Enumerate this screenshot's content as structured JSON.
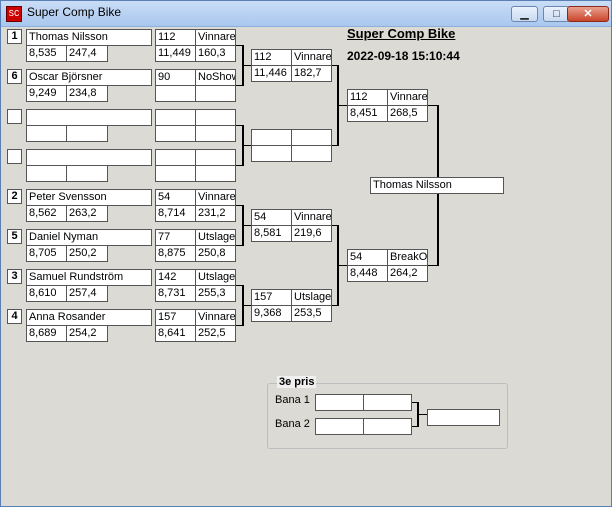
{
  "window": {
    "title": "Super Comp Bike",
    "icon": "app-icon",
    "min": "▁",
    "max": "□",
    "close": "✕"
  },
  "header": {
    "title": "Super Comp Bike",
    "datetime": "2022-09-18 15:10:44"
  },
  "round1": [
    {
      "seed": "1",
      "name": "Thomas Nilsson",
      "time": "8,535",
      "speed": "247,4",
      "bike": "112",
      "result": "Vinnare",
      "time2": "11,449",
      "speed2": "160,3"
    },
    {
      "seed": "6",
      "name": "Oscar Björsner",
      "time": "9,249",
      "speed": "234,8",
      "bike": "90",
      "result": "NoShow",
      "time2": "",
      "speed2": ""
    },
    {
      "seed": "",
      "name": "",
      "time": "",
      "speed": "",
      "bike": "",
      "result": "",
      "time2": "",
      "speed2": ""
    },
    {
      "seed": "",
      "name": "",
      "time": "",
      "speed": "",
      "bike": "",
      "result": "",
      "time2": "",
      "speed2": ""
    },
    {
      "seed": "2",
      "name": "Peter Svensson",
      "time": "8,562",
      "speed": "263,2",
      "bike": "54",
      "result": "Vinnare",
      "time2": "8,714",
      "speed2": "231,2"
    },
    {
      "seed": "5",
      "name": "Daniel Nyman",
      "time": "8,705",
      "speed": "250,2",
      "bike": "77",
      "result": "Utslagen",
      "time2": "8,875",
      "speed2": "250,8"
    },
    {
      "seed": "3",
      "name": "Samuel Rundström",
      "time": "8,610",
      "speed": "257,4",
      "bike": "142",
      "result": "Utslagen",
      "time2": "8,731",
      "speed2": "255,3"
    },
    {
      "seed": "4",
      "name": "Anna Rosander",
      "time": "8,689",
      "speed": "254,2",
      "bike": "157",
      "result": "Vinnare",
      "time2": "8,641",
      "speed2": "252,5"
    }
  ],
  "round2": [
    {
      "bike": "112",
      "result": "Vinnare",
      "time": "11,446",
      "speed": "182,7"
    },
    {
      "bike": "",
      "result": "",
      "time": "",
      "speed": ""
    },
    {
      "bike": "54",
      "result": "Vinnare",
      "time": "8,581",
      "speed": "219,6"
    },
    {
      "bike": "157",
      "result": "Utslagen",
      "time": "9,368",
      "speed": "253,5"
    }
  ],
  "semis": [
    {
      "bike": "112",
      "result": "Vinnare",
      "time": "8,451",
      "speed": "268,5"
    },
    {
      "bike": "54",
      "result": "BreakOut",
      "time": "8,448",
      "speed": "264,2"
    }
  ],
  "winner": "Thomas Nilsson",
  "third": {
    "label": "3e pris",
    "lane1": "Bana 1",
    "lane2": "Bana 2",
    "lane1_a": "",
    "lane1_b": "",
    "lane2_a": "",
    "lane2_b": "",
    "result": ""
  }
}
